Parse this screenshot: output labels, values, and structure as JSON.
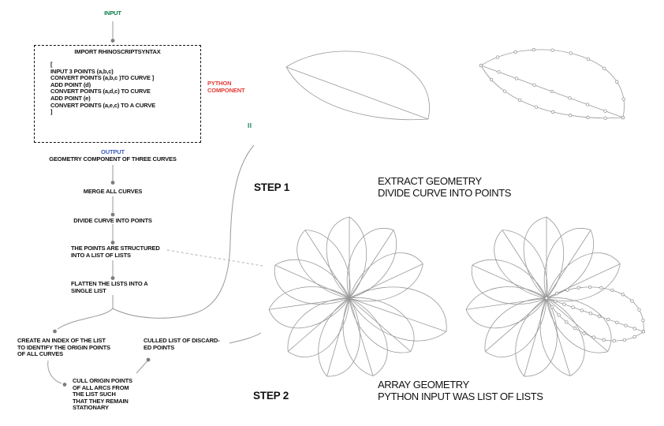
{
  "palette": {
    "input_green": "#0e7c4a",
    "output_blue": "#3a5ec0",
    "component_red": "#e23b33",
    "line_gray": "#999999",
    "text_black": "#111111"
  },
  "input": {
    "label": "INPUT"
  },
  "python_component": {
    "label": [
      "PYTHON",
      "COMPONENT"
    ]
  },
  "code_box": {
    "title": "IMPORT RHINOSCRIPTSYNTAX",
    "lines": [
      "[",
      "INPUT 3 POINTS  (a,b,c)",
      "CONVERT POINTS (a,b,c )TO CURVE ]",
      "ADD POINT (d)",
      "CONVERT POINTS (a,d,c) TO CURVE",
      "ADD POINT (e)",
      "CONVERT POINTS (a,e,c) TO A CURVE",
      "]"
    ]
  },
  "output": {
    "label": "OUTPUT",
    "description": [
      "GEOMETRY COMPONENT OF THREE CURVES"
    ]
  },
  "flow": {
    "merge": [
      "MERGE ALL CURVES"
    ],
    "divide": [
      "DIVIDE CURVE INTO POINTS"
    ],
    "structured": [
      "THE POINTS ARE STRUCTURED",
      "INTO A LIST OF LISTS"
    ],
    "flatten": [
      "FLATTEN THE LISTS INTO A",
      "SINGLE LIST"
    ],
    "create_index": [
      "CREATE AN INDEX OF THE LIST",
      "TO IDENTIFY THE ORIGIN POINTS",
      "OF ALL CURVES"
    ],
    "culled_list": [
      "CULLED LIST OF DISCARD-",
      "ED POINTS"
    ],
    "cull_origin": [
      "CULL ORIGIN POINTS",
      "OF ALL ARCS FROM",
      "THE LIST SUCH",
      "THAT THEY REMAIN",
      "STATIONARY"
    ]
  },
  "connector_marker": {
    "label": "II"
  },
  "steps": [
    {
      "label": "STEP 1",
      "description": [
        "EXTRACT GEOMETRY",
        "DIVIDE CURVE INTO POINTS"
      ]
    },
    {
      "label": "STEP 2",
      "description": [
        "ARRAY GEOMETRY",
        "PYTHON INPUT WAS LIST OF LISTS"
      ]
    }
  ]
}
